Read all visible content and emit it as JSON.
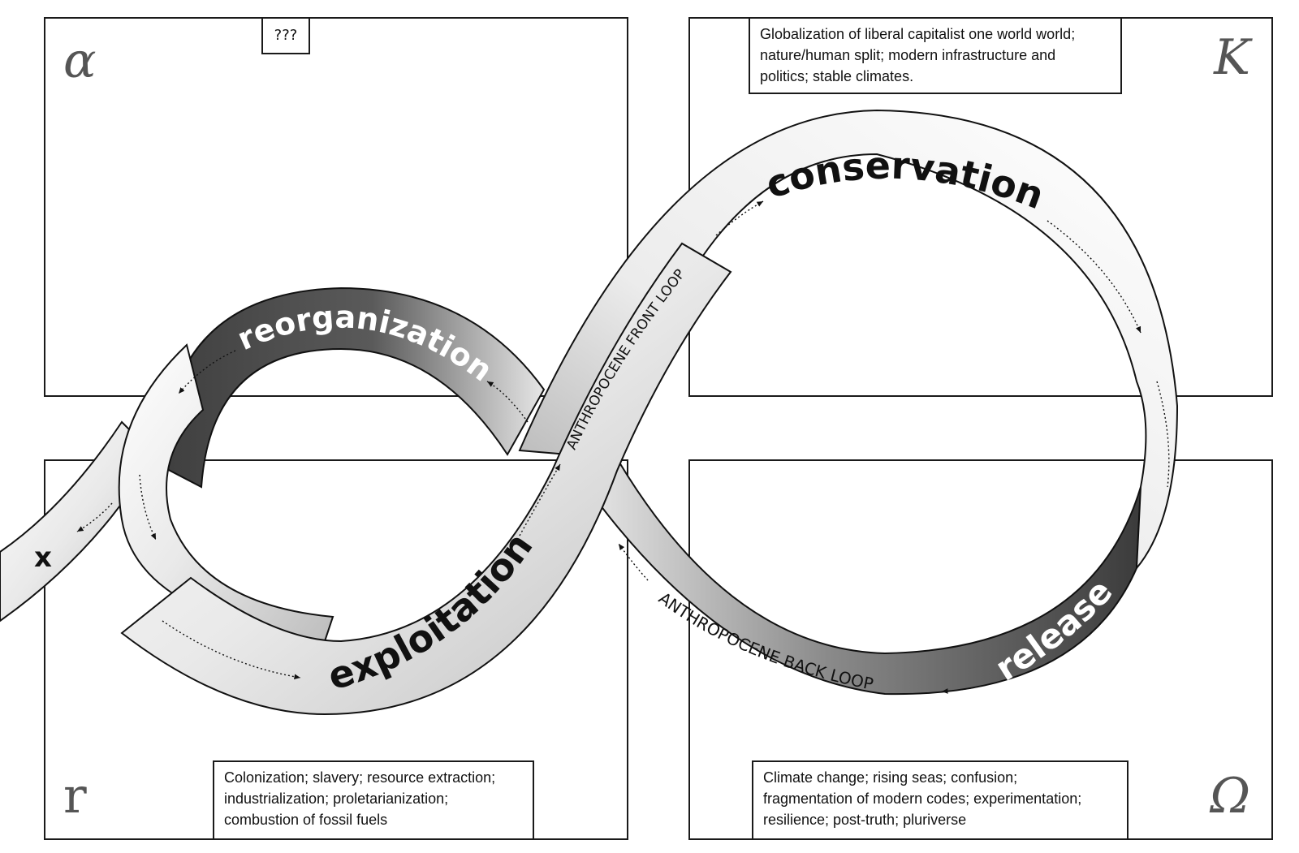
{
  "quadrants": {
    "alpha": {
      "symbol": "α",
      "note": "???"
    },
    "k": {
      "symbol": "K",
      "note": "Globalization of liberal capitalist one world world;\nnature/human split; modern infrastructure and\npolitics; stable climates."
    },
    "r": {
      "symbol": "r",
      "note": "Colonization; slavery; resource extraction;\nindustrialization; proletarianization;\ncombustion of fossil fuels"
    },
    "omega": {
      "symbol": "Ω",
      "note": "Climate change; rising seas; confusion;\nfragmentation of modern codes; experimentation;\nresilience; post-truth; pluriverse"
    }
  },
  "loop_labels": {
    "conservation": "conservation",
    "release": "release",
    "reorganization": "reorganization",
    "exploitation": "exploitation",
    "front_loop": "ANTHROPOCENE FRONT LOOP",
    "back_loop": "ANTHROPOCENE BACK LOOP",
    "exit": "x"
  },
  "colors": {
    "dark_band": "#4a4a4a",
    "light_band": "#f2f2f2",
    "outline": "#111111"
  }
}
